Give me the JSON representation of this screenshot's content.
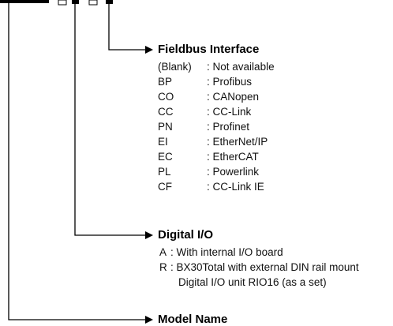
{
  "sections": {
    "fieldbus": {
      "title": "Fieldbus Interface",
      "options": [
        {
          "code": "(Blank)",
          "label": "Not available"
        },
        {
          "code": "BP",
          "label": "Profibus"
        },
        {
          "code": "CO",
          "label": "CANopen"
        },
        {
          "code": "CC",
          "label": "CC-Link"
        },
        {
          "code": "PN",
          "label": "Profinet"
        },
        {
          "code": "EI",
          "label": "EtherNet/IP"
        },
        {
          "code": "EC",
          "label": "EtherCAT"
        },
        {
          "code": "PL",
          "label": "Powerlink"
        },
        {
          "code": "CF",
          "label": "CC-Link IE"
        }
      ]
    },
    "digital_io": {
      "title": "Digital I/O",
      "options": [
        {
          "code": "A",
          "label": "With internal I/O board"
        },
        {
          "code": "R",
          "label": "BX30Total with external DIN rail mount",
          "label_cont": "Digital I/O unit RIO16 (as a set)"
        }
      ]
    },
    "model": {
      "title": "Model Name"
    }
  },
  "separator": ":",
  "colors": {
    "line": "#000000",
    "text": "#111111"
  }
}
